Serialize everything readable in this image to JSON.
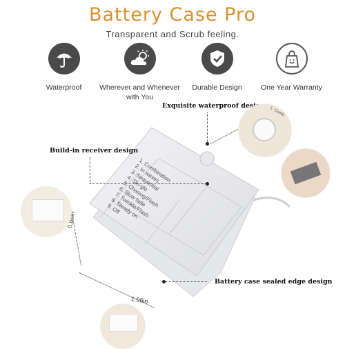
{
  "header": {
    "title": "Battery Case Pro",
    "subtitle": "Transparent and Scrub feeling."
  },
  "features": [
    {
      "icon": "umbrella-icon",
      "label": "Waterproof"
    },
    {
      "icon": "weather-icon",
      "label": "Wherever and Whenever with You"
    },
    {
      "icon": "shield-check-icon",
      "label": "Durable Design"
    },
    {
      "icon": "shopping-bag-icon",
      "label": "One Year Warranty"
    }
  ],
  "callouts": {
    "waterproof": "Exquisite waterproof design",
    "receiver": "Build-in receiver design",
    "sealed": "Battery case sealed edge design"
  },
  "dimensions": {
    "height": "0.86in",
    "width": "1.96in"
  },
  "modes": [
    "1. Combination",
    "2. In waves",
    "3. Sequential",
    "4. Slo-glo",
    "5. Chasing/Flash",
    "6. Slow fade",
    "7. Twinkle/Flash",
    "8. Steady on",
    "9. Off"
  ],
  "colors": {
    "title": "#d9912e",
    "icon_dark": "#4a4a4a"
  }
}
